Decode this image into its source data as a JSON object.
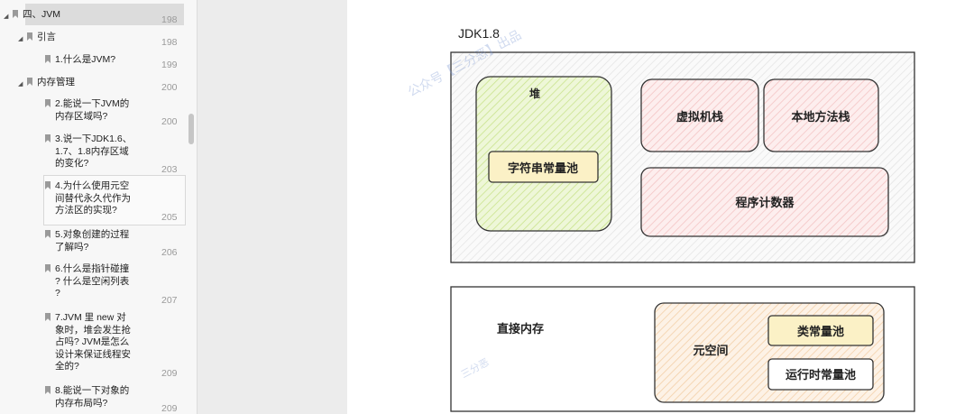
{
  "toc": {
    "items": [
      {
        "label": "四、JVM",
        "page": "198",
        "level": 0,
        "expand": true,
        "selected": true
      },
      {
        "label": "引言",
        "page": "198",
        "level": 1,
        "expand": true
      },
      {
        "label": "1.什么是JVM?",
        "page": "199",
        "level": 2
      },
      {
        "label": "内存管理",
        "page": "200",
        "level": 1,
        "expand": true
      },
      {
        "label": "2.能说一下JVM的\n内存区域吗?",
        "page": "200",
        "level": 2
      },
      {
        "label": "3.说一下JDK1.6、\n1.7、1.8内存区域\n的变化?",
        "page": "203",
        "level": 2
      },
      {
        "label": "4.为什么使用元空\n间替代永久代作为\n方法区的实现?",
        "page": "205",
        "level": 2,
        "highlighted": true
      },
      {
        "label": "5.对象创建的过程\n了解吗?",
        "page": "206",
        "level": 2
      },
      {
        "label": "6.什么是指针碰撞\n? 什么是空闲列表\n?",
        "page": "207",
        "level": 2
      },
      {
        "label": "7.JVM 里 new 对\n象时，堆会发生抢\n占吗? JVM是怎么\n设计来保证线程安\n全的?",
        "page": "209",
        "level": 2
      },
      {
        "label": "8.能说一下对象的\n内存布局吗?",
        "page": "209",
        "level": 2
      }
    ]
  },
  "diagram": {
    "title": "JDK1.8",
    "heap": "堆",
    "string_pool": "字符串常量池",
    "vm_stack": "虚拟机栈",
    "native_stack": "本地方法栈",
    "pc": "程序计数器",
    "direct_memory": "直接内存",
    "metaspace": "元空间",
    "class_pool": "类常量池",
    "runtime_pool": "运行时常量池"
  },
  "watermark": {
    "text1": "公众号【三分恶】出品",
    "text2": "三分恶"
  },
  "colors": {
    "heap_fill": "#e7f3c7",
    "red_fill": "#fbe0e0",
    "yellow_fill": "#fdf5cc",
    "orange_fill": "#fce6cf",
    "gray_fill": "#f4f4f4"
  }
}
